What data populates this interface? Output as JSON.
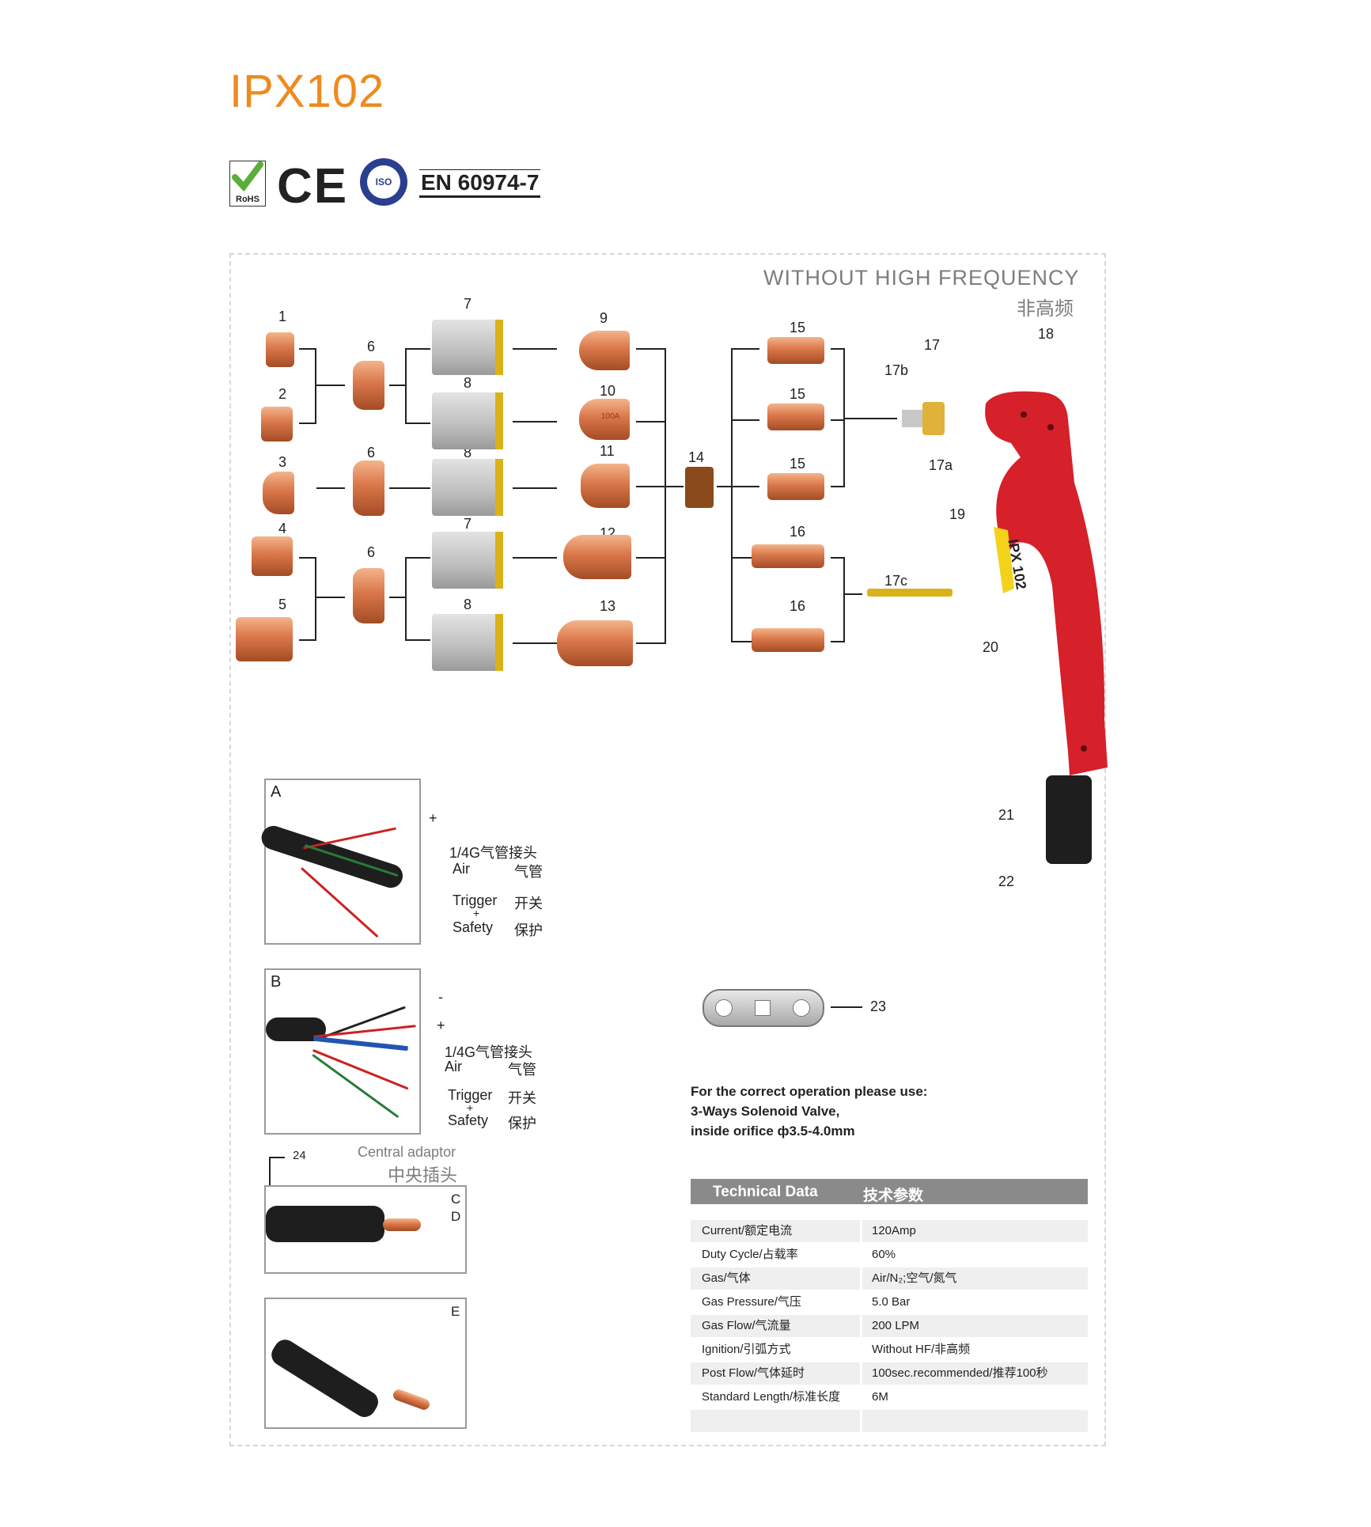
{
  "header": {
    "title": "IPX102",
    "certifications": {
      "rohs": "RoHS",
      "ce": "CE",
      "iso": "ISO",
      "standard": "EN 60974-7"
    }
  },
  "diagram": {
    "heading_en": "WITHOUT HIGH FREQUENCY",
    "heading_cn": "非高频",
    "part_numbers": [
      "1",
      "2",
      "3",
      "4",
      "5",
      "6",
      "6",
      "6",
      "7",
      "8",
      "8",
      "7",
      "8",
      "9",
      "10",
      "11",
      "12",
      "13",
      "14",
      "15",
      "15",
      "15",
      "16",
      "16",
      "17",
      "17b",
      "17a",
      "17c",
      "18",
      "19",
      "20",
      "21",
      "22",
      "23"
    ],
    "nozzle_stamp": "100A"
  },
  "connectors": {
    "panel_a": {
      "letter": "A",
      "plus": "+",
      "air_fitting": "1/4G气管接头",
      "air_en": "Air",
      "air_cn": "气管",
      "trigger_en": "Trigger",
      "trigger_cn": "开关",
      "plus2": "+",
      "safety_en": "Safety",
      "safety_cn": "保护"
    },
    "panel_b": {
      "letter": "B",
      "minus": "-",
      "plus": "+",
      "air_fitting": "1/4G气管接头",
      "air_en": "Air",
      "air_cn": "气管",
      "trigger_en": "Trigger",
      "trigger_cn": "开关",
      "plus2": "+",
      "safety_en": "Safety",
      "safety_cn": "保护"
    },
    "panel_cd": {
      "number": "24",
      "adaptor_en": "Central adaptor",
      "adaptor_cn": "中央插头",
      "letter_c": "C",
      "letter_d": "D"
    },
    "panel_e": {
      "letter": "E"
    }
  },
  "note": {
    "line1": "For the correct operation please use:",
    "line2": "3-Ways Solenoid Valve,",
    "line3": "inside orifice ф3.5-4.0mm"
  },
  "technical_data": {
    "header_en": "Technical  Data",
    "header_cn": "技术参数",
    "rows": [
      {
        "label": "Current/额定电流",
        "value": "120Amp"
      },
      {
        "label": "Duty Cycle/占载率",
        "value": "60%"
      },
      {
        "label": "Gas/气体",
        "value": "Air/N₂;空气/氮气"
      },
      {
        "label": "Gas Pressure/气压",
        "value": "5.0 Bar"
      },
      {
        "label": "Gas Flow/气流量",
        "value": "200 LPM"
      },
      {
        "label": "Ignition/引弧方式",
        "value": "Without HF/非高频"
      },
      {
        "label": "Post Flow/气体延时",
        "value": "100sec.recommended/推荐100秒"
      },
      {
        "label": "Standard Length/标准长度",
        "value": "6M"
      },
      {
        "label": "",
        "value": ""
      }
    ]
  },
  "torch": {
    "handle_label": "IPX 102"
  },
  "colors": {
    "title": "#ee8a1e",
    "torch_red": "#d6202a",
    "trigger_yellow": "#f2d21a",
    "copper": "#d9774a",
    "table_header": "#8a8a8a"
  }
}
